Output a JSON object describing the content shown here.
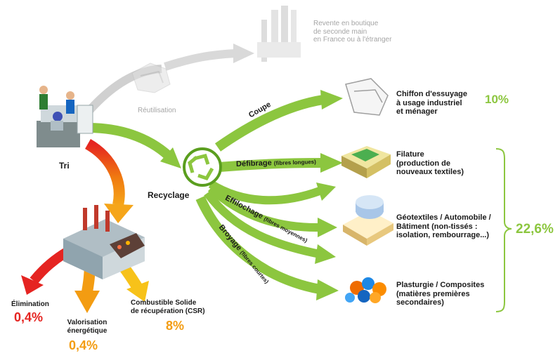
{
  "colors": {
    "green": "#8cc63f",
    "dark_green": "#5a9e1e",
    "grey": "#cfcfcf",
    "red": "#e52421",
    "orange": "#f39c12",
    "yellow": "#f7c219",
    "text": "#1a1a1a",
    "pct_green": "#8cc63f",
    "pct_red": "#e52421",
    "pct_orange": "#f39c12"
  },
  "icons": {
    "sorting": "sorting-workers-icon",
    "reuse": "clothes-bundle-icon",
    "shop": "second-hand-shop-icon",
    "recycle": "recycle-symbol-icon",
    "factory": "incineration-factory-icon",
    "cloth": "wiping-cloth-icon",
    "yarn": "spinning-yarn-icon",
    "roll": "nonwoven-roll-icon",
    "plastic": "plastic-composite-icon"
  },
  "nodes": {
    "tri": "Tri",
    "recyclage": "Recyclage",
    "reutilisation": "Réutilisation",
    "revente": "Revente en boutique\nde seconde main\nen France ou à l'étranger"
  },
  "branches": {
    "coupe": "Coupe",
    "defibrage": "Défibrage",
    "defibrage_note": "(fibres longues)",
    "effilochage": "Effilochage",
    "effilochage_note": "(fibres moyennes)",
    "broyage": "Broyage",
    "broyage_note": "(fibres courtes)"
  },
  "outputs": {
    "chiffon": "Chiffon d'essuyage\nà usage industriel\net ménager",
    "filature": "Filature\n(production de\nnouveaux textiles)",
    "geotextiles": "Géotextiles / Automobile /\nBâtiment (non-tissés :\nisolation, rembourrage...)",
    "plasturgie": "Plasturgie / Composites\n(matières premières\nsecondaires)"
  },
  "percentages": {
    "chiffon": "10%",
    "group": "22,6%",
    "elimination": "0,4%",
    "valorisation": "0,4%",
    "csr": "8%"
  },
  "disposal": {
    "elimination": "Élimination",
    "valorisation": "Valorisation\nénergétique",
    "csr": "Combustible Solide\nde récupération (CSR)"
  }
}
